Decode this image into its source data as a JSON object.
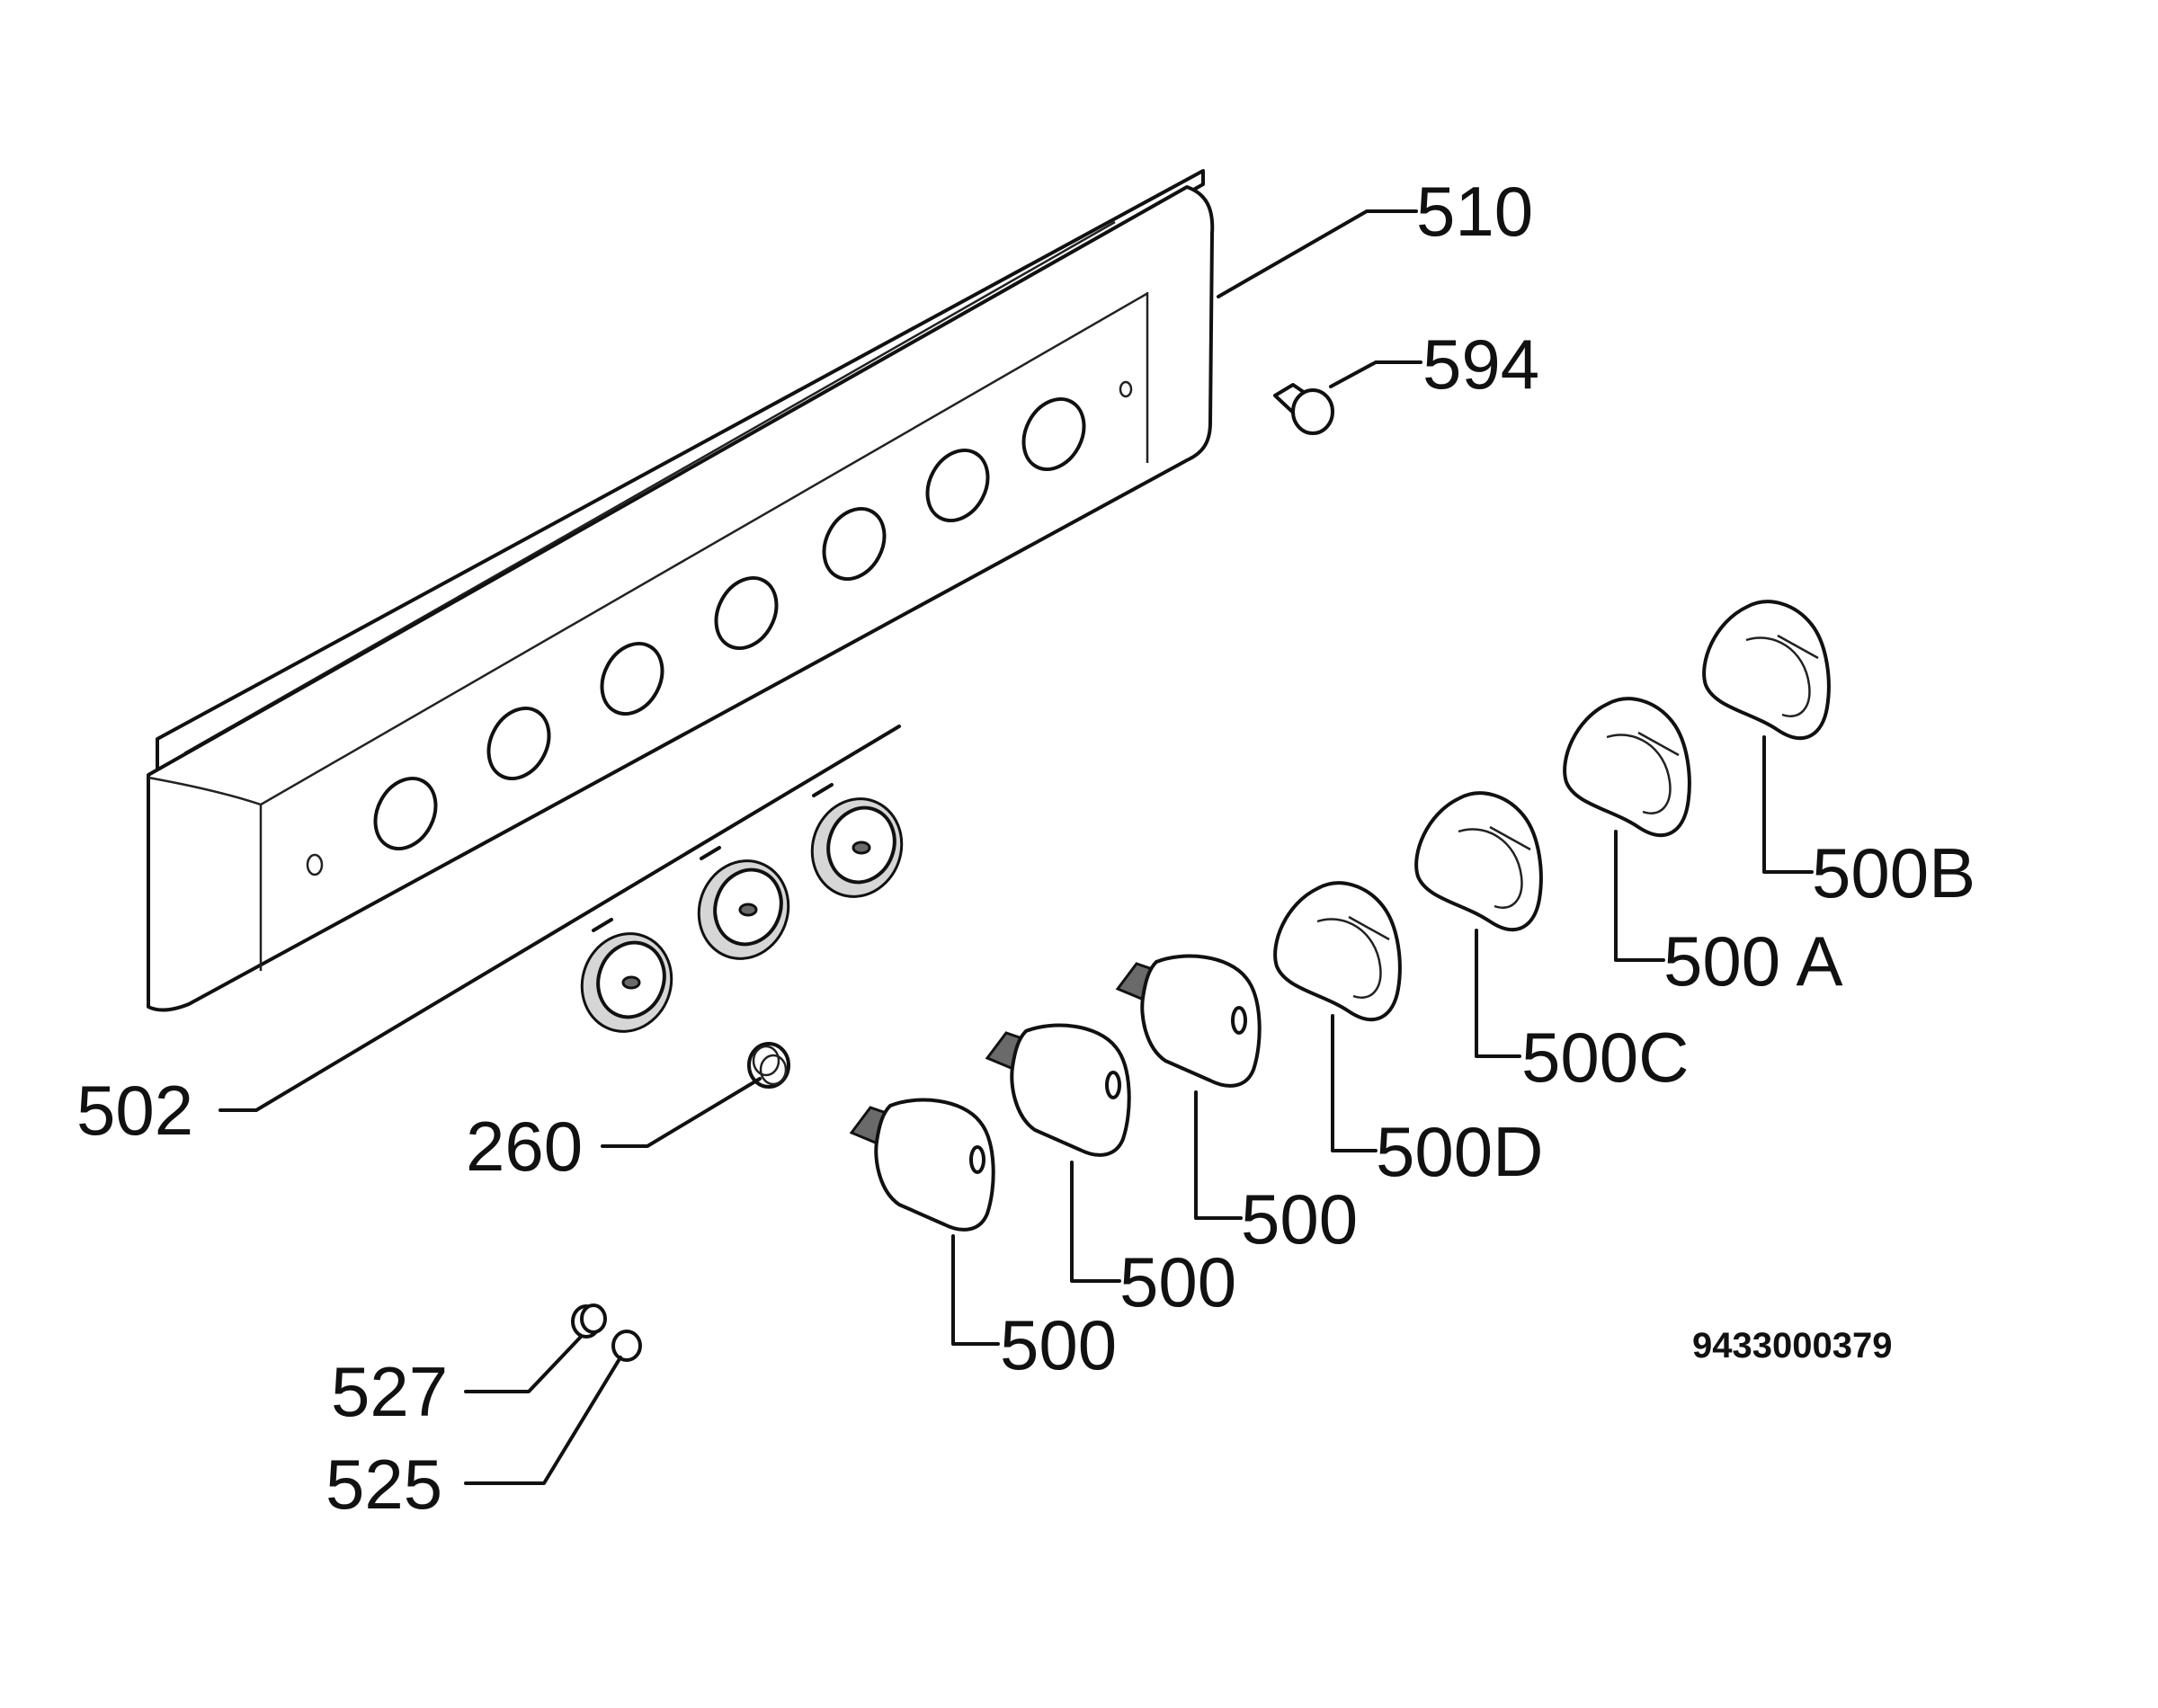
{
  "labels": {
    "l510": "510",
    "l594": "594",
    "l502": "502",
    "l260": "260",
    "l527": "527",
    "l525": "525",
    "l500_1": "500",
    "l500_2": "500",
    "l500_3": "500",
    "l500D": "500D",
    "l500C": "500C",
    "l500A": "500 A",
    "l500B": "500B"
  },
  "drawing_code": "9433000379"
}
